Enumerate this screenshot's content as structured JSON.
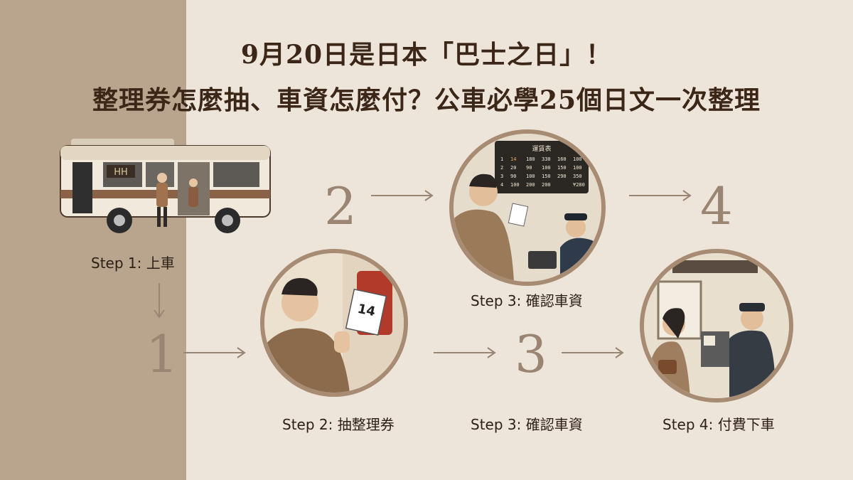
{
  "title": {
    "line1": "9月20日是日本「巴士之日」！",
    "line2": "整理券怎麼抽、車資怎麼付？公車必學25個日文一次整理"
  },
  "steps": {
    "s1": "Step 1: 上車",
    "s2": "Step 2: 抽整理券",
    "s3a": "Step 3: 確認車資",
    "s3b": "Step 3: 確認車資",
    "s4": "Step 4: 付費下車"
  },
  "numbers": {
    "n1": "1",
    "n2": "2",
    "n3": "3",
    "n4": "4"
  },
  "ticket": {
    "number": "14"
  },
  "fare_board": {
    "title": "運賃表",
    "rows": [
      [
        "1",
        "14",
        "180",
        "330",
        "160",
        "100"
      ],
      [
        "2",
        "20",
        "90",
        "100",
        "150",
        "100"
      ],
      [
        "3",
        "90",
        "100",
        "150",
        "290",
        "350"
      ],
      [
        "4",
        "100",
        "200",
        "200",
        "",
        "¥280"
      ]
    ]
  },
  "bus": {
    "sign": "HH"
  },
  "colors": {
    "left_band": "#b9a48d",
    "background": "#ede5da",
    "accent_brown": "#a78c73"
  }
}
